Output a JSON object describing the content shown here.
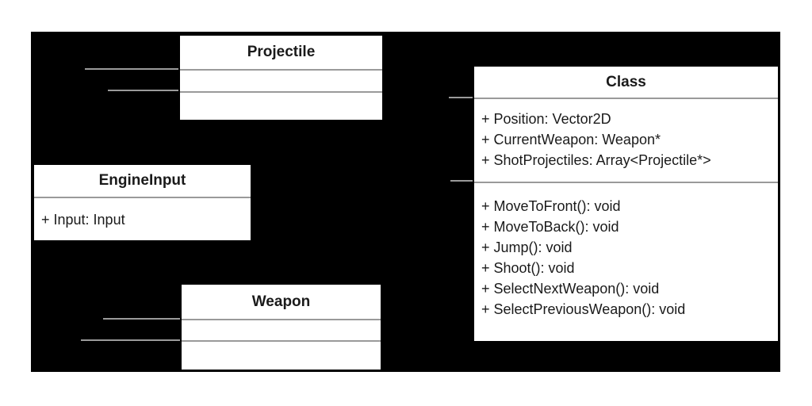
{
  "diagram": {
    "type": "uml-class-diagram",
    "colors": {
      "canvas_background": "#000000",
      "page_background": "#ffffff",
      "box_fill": "#ffffff",
      "box_border": "#000000",
      "divider_and_connector": "#9a9a9a",
      "text": "#1a1a1a"
    },
    "classes": [
      {
        "name": "Projectile",
        "attributes": [],
        "methods": []
      },
      {
        "name": "EngineInput",
        "attributes": [
          "+ Input: Input"
        ],
        "methods": null
      },
      {
        "name": "Weapon",
        "attributes": [],
        "methods": []
      },
      {
        "name": "Class",
        "attributes": [
          "+ Position: Vector2D",
          "+ CurrentWeapon: Weapon*",
          "+ ShotProjectiles: Array<Projectile*>"
        ],
        "methods": [
          "+ MoveToFront(): void",
          "+ MoveToBack(): void",
          "+ Jump(): void",
          "+ Shoot(): void",
          "+ SelectNextWeapon(): void",
          "+ SelectPreviousWeapon(): void"
        ]
      }
    ]
  }
}
